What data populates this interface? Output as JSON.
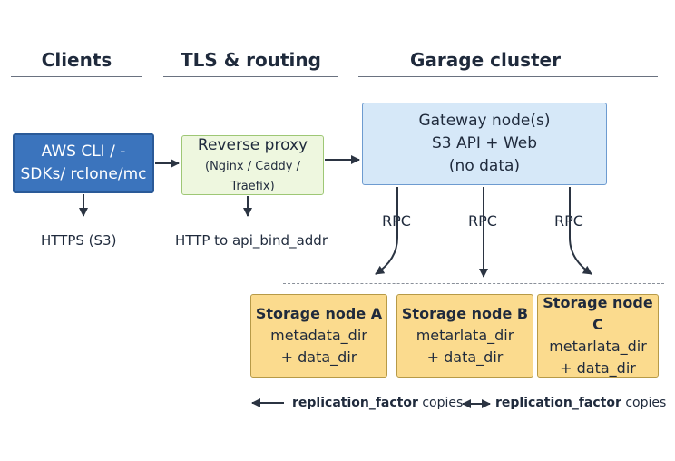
{
  "columns": {
    "clients": "Clients",
    "tls": "TLS & routing",
    "cluster": "Garage cluster"
  },
  "clients_box": {
    "line1": "AWS CLI / -",
    "line2": "SDKs/ rclone/mc"
  },
  "clients_note": "HTTPS (S3)",
  "proxy_box": {
    "line1": "Reverse proxy",
    "line2": "(Nginx / Caddy / Traefix)"
  },
  "proxy_note": "HTTP to api_bind_addr",
  "gateway_box": {
    "line1": "Gateway node(s)",
    "line2": "S3 API + Web",
    "line3": "(no data)"
  },
  "rpc_labels": [
    "RPC",
    "RPC",
    "RPC"
  ],
  "storage_nodes": [
    {
      "title": "Storage node A",
      "line1": "metadata_dir",
      "line2": "+ data_dir"
    },
    {
      "title": "Storage node B",
      "line1": "metarlata_dir",
      "line2": "+ data_dir"
    },
    {
      "title": "Storage node C",
      "line1": "metarlata_dir",
      "line2": "+ data_dir"
    }
  ],
  "legend": {
    "left_bold": "replication_factor",
    "left_rest": " copies",
    "right_bold": "replication_factor",
    "right_rest": " copies"
  }
}
